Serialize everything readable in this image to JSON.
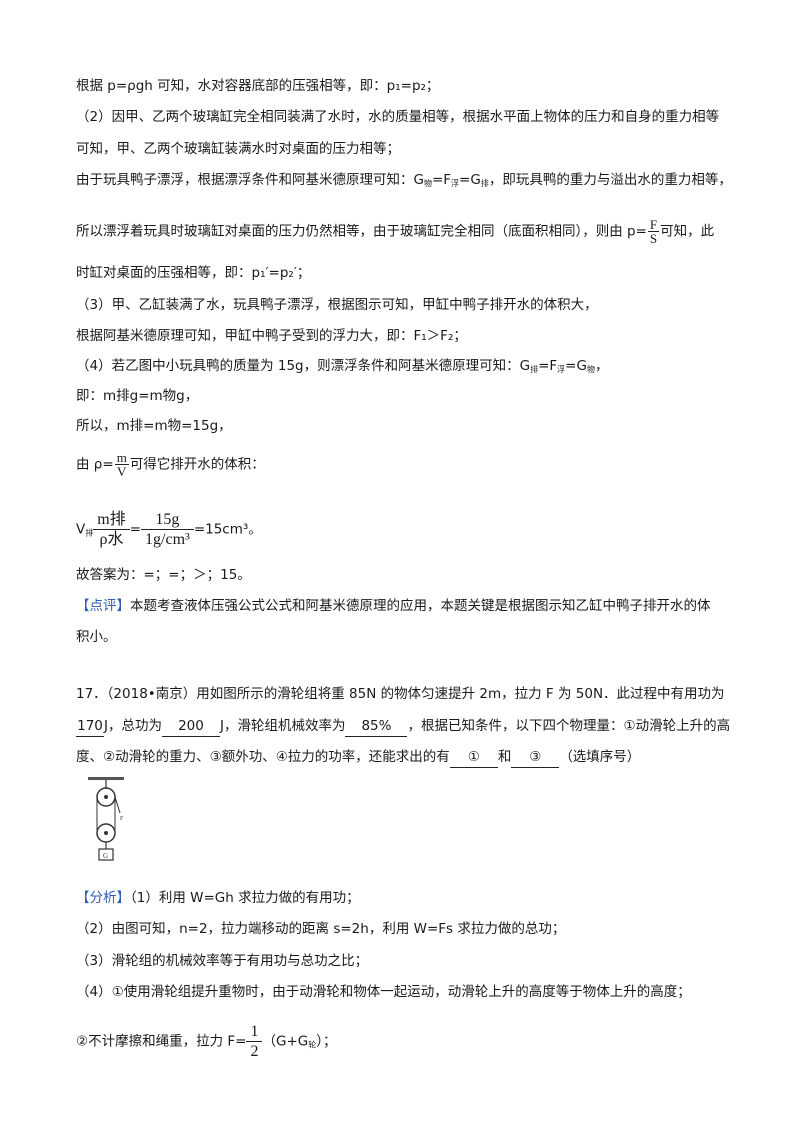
{
  "lines": {
    "l1": "根据 p=ρgh 可知，水对容器底部的压强相等，即：p₁=p₂；",
    "l2": "（2）因甲、乙两个玻璃缸完全相同装满了水时，水的质量相等，根据水平面上物体的压力和自身的重力相等",
    "l3": "可知，甲、乙两个玻璃缸装满水时对桌面的压力相等；",
    "l4a": "由于玩具鸭子漂浮，根据漂浮条件和阿基米德原理可知：G",
    "l4b": "=F",
    "l4c": "=G",
    "l4d": "，即玩具鸭的重力与溢出水的重力相等，",
    "l5a": "所以漂浮着玩具时玻璃缸对桌面的压力仍然相等，由于玻璃缸完全相同（底面积相同），则由 p=",
    "l5b": "可知，此",
    "l6": "时缸对桌面的压强相等，即：p₁′=p₂′；",
    "l7": "（3）甲、乙缸装满了水，玩具鸭子漂浮，根据图示可知，甲缸中鸭子排开水的体积大，",
    "l8": "根据阿基米德原理可知，甲缸中鸭子受到的浮力大，即：F₁＞F₂；",
    "l9a": "（4）若乙图中小玩具鸭的质量为 15g，则漂浮条件和阿基米德原理可知：G",
    "l9b": "=F",
    "l9c": "=G",
    "l10": "即：m排g=m物g，",
    "l11": "所以，m排=m物=15g，",
    "l12a": "由 ρ=",
    "l12b": "可得它排开水的体积：",
    "l13a": "V",
    "l13b": "=",
    "l13c": "=",
    "l13d": "=15cm³。",
    "l14": "故答案为：=；=；＞；15。",
    "l15a": "【点评】",
    "l15b": "本题考查液体压强公式公式和阿基米德原理的应用，本题关键是根据图示知乙缸中鸭子排开水的体",
    "l16": "积小。",
    "q17a": "17．（2018•南京）用如图所示的滑轮组将重 85N 的物体匀速提升 2m，拉力 F 为 50N．此过程中有用功为",
    "q17b_pre": "",
    "q17b_ans1": "170",
    "q17b_mid1": "J，总功为",
    "q17b_ans2": "200",
    "q17b_mid2": "J，滑轮组机械效率为",
    "q17b_ans3": "85%",
    "q17b_post": "，根据已知条件，以下四个物理量：①动滑轮上升的高",
    "q17c_pre": "度、②动滑轮的重力、③额外功、④拉力的功率，还能求出的有",
    "q17c_ans1": "①",
    "q17c_mid": "和",
    "q17c_ans2": "③",
    "q17c_post": "（选填序号）",
    "fa_tag": "【分析】",
    "fa1": "（1）利用 W=Gh 求拉力做的有用功；",
    "fa2": "（2）由图可知，n=2，拉力端移动的距离 s=2h，利用 W=Fs 求拉力做的总功；",
    "fa3": "（3）滑轮组的机械效率等于有用功与总功之比；",
    "fa4": "（4）①使用滑轮组提升重物时，由于动滑轮和物体一起运动，动滑轮上升的高度等于物体上升的高度；",
    "fa5a": "②不计摩擦和绳重，拉力 F=",
    "fa5b": "（G+G",
    "fa5c": "）；"
  },
  "subs": {
    "wu": "物",
    "fu": "浮",
    "pai": "排",
    "lun": "轮"
  },
  "fractions": {
    "f_over_s": {
      "num": "F",
      "den": "S"
    },
    "m_over_v": {
      "num": "m",
      "den": "V"
    },
    "mpai_over_rho": {
      "num": "m排",
      "den": "ρ水"
    },
    "g15_over_density": {
      "num": "15g",
      "den": "1g/cm³"
    },
    "half": {
      "num": "1",
      "den": "2"
    }
  },
  "figure": {
    "weight_label": "G",
    "force_label": "F"
  }
}
